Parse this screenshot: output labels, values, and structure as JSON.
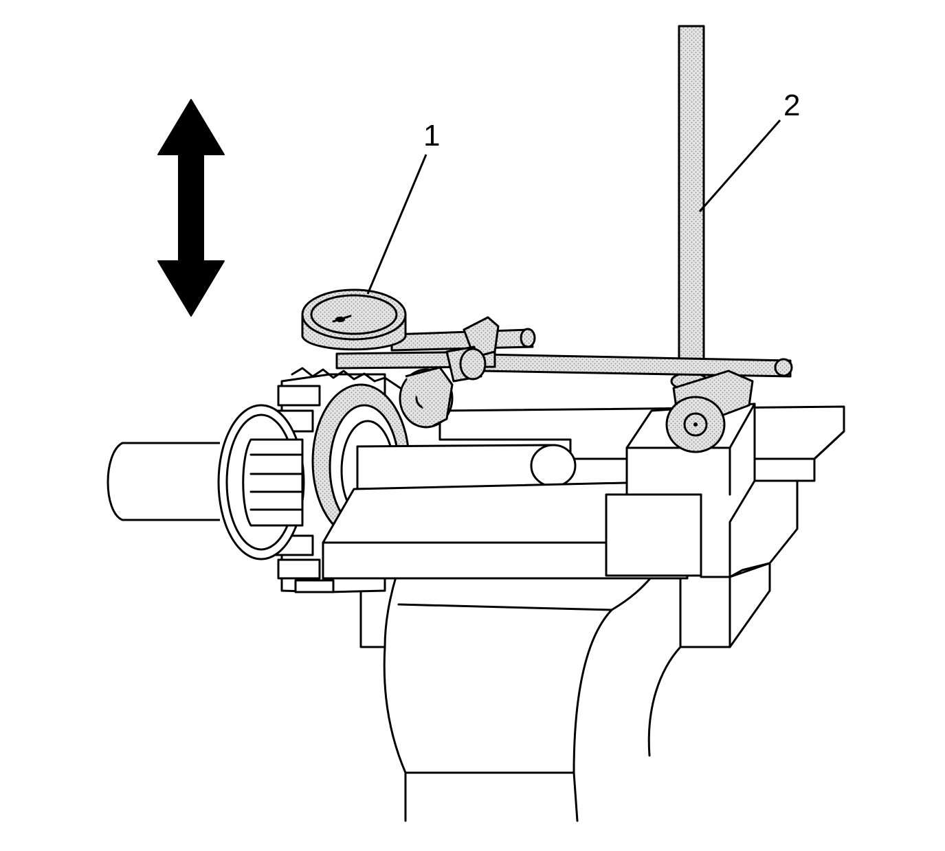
{
  "figure": {
    "callouts": [
      {
        "label": "1",
        "refers_to": "dial-indicator"
      },
      {
        "label": "2",
        "refers_to": "magnetic-base-post"
      }
    ],
    "motion_arrow": "double-headed-vertical-arrow",
    "colors": {
      "line": "#000000",
      "background": "#ffffff",
      "tool_fill": "#d9d9d9"
    }
  }
}
